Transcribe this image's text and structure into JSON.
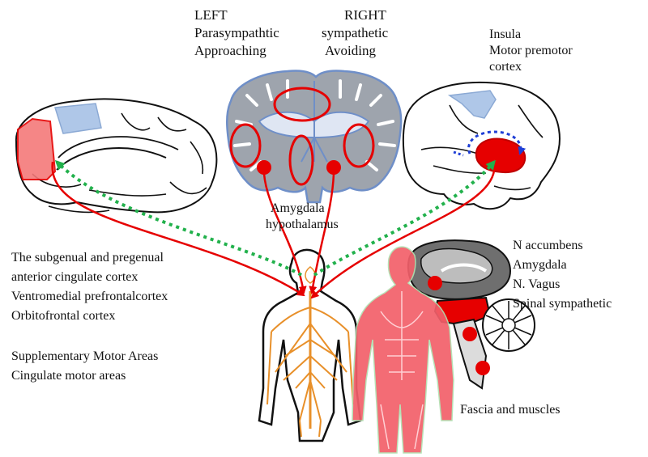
{
  "top_labels": {
    "left": [
      "LEFT",
      "Parasympathtic",
      "Approaching"
    ],
    "right": [
      "RIGHT",
      "sympathetic",
      "Avoiding"
    ]
  },
  "insula_labels": [
    "Insula",
    "Motor premotor",
    "cortex"
  ],
  "center_label": [
    "Amygdala",
    "hypothalamus"
  ],
  "brainstem_labels": [
    "N accumbens",
    "Amygdala",
    "N. Vagus",
    "Spinal sympathetic"
  ],
  "left_text_1": [
    "The subgenual and pregenual",
    "anterior cingulate cortex",
    "Ventromedial prefrontalcortex",
    "Orbitofrontal cortex"
  ],
  "left_text_2": [
    "Supplementary Motor Areas",
    "Cingulate motor areas"
  ],
  "fascia_label": "Fascia and muscles",
  "colors": {
    "red": "#e60000",
    "green_dotted": "#22b14c",
    "blue_dotted": "#1f3fd6",
    "light_blue": "#a7c2e6",
    "coronal_gray": "#9ea4ad",
    "coronal_outline": "#6f8fc8",
    "nerve_orange": "#e8902a",
    "muscle_pink": "#f2606a"
  }
}
